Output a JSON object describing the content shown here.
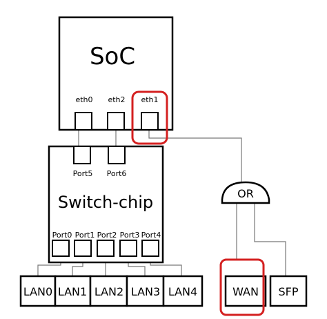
{
  "soc": {
    "title": "SoC",
    "ports": [
      "eth0",
      "eth2",
      "eth1"
    ]
  },
  "switch": {
    "title": "Switch-chip",
    "upper_ports": [
      "Port5",
      "Port6"
    ],
    "lower_ports": [
      "Port0",
      "Port1",
      "Port2",
      "Port3",
      "Port4"
    ]
  },
  "or_gate": {
    "label": "OR"
  },
  "lan_ports": [
    "LAN0",
    "LAN1",
    "LAN2",
    "LAN3",
    "LAN4"
  ],
  "wan": {
    "label": "WAN"
  },
  "sfp": {
    "label": "SFP"
  },
  "colors": {
    "highlight": "#d42020",
    "line": "#000000",
    "wire": "#777777"
  }
}
